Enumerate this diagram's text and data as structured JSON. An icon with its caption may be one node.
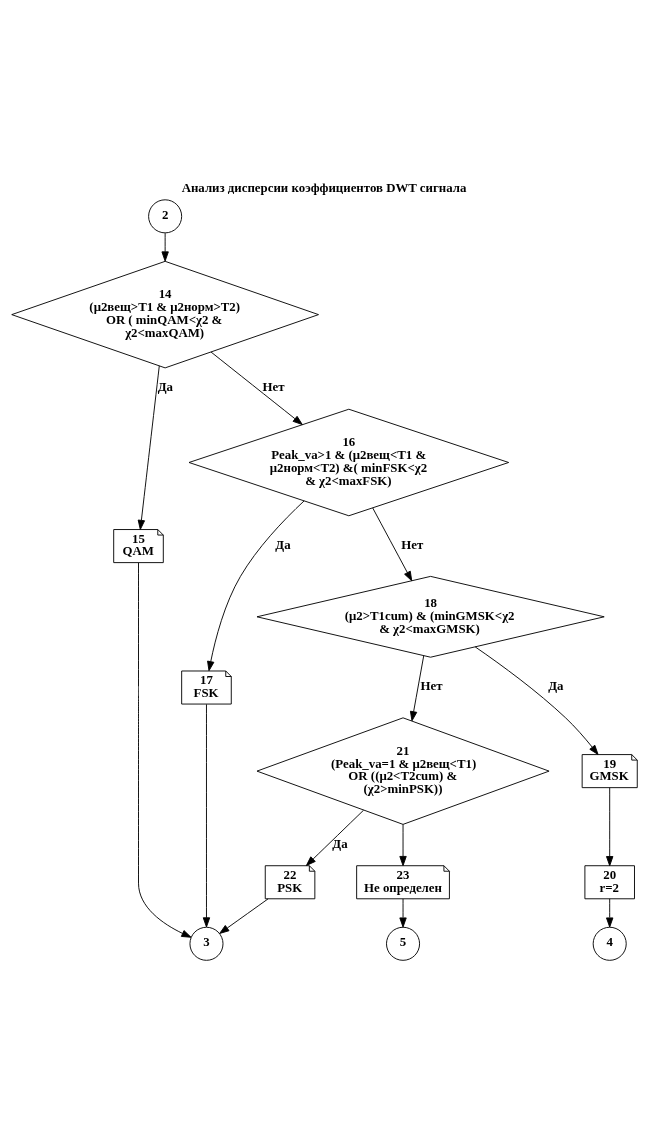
{
  "diagram": {
    "title": "Анализ дисперсии коэффициентов DWT сигнала",
    "nodes": [
      {
        "text": [
          "2"
        ]
      },
      {
        "text": [
          "14",
          "(μ2вещ>T1 & μ2норм>T2) OR ( minQAM<χ2 & χ2<maxQAM)"
        ]
      },
      {
        "text": [
          "15",
          "QAM"
        ]
      },
      {
        "text": [
          "3"
        ]
      },
      {
        "text": [
          "16",
          "Peak_va>1 & (μ2вещ<T1 & μ2норм<T2) &( minFSK<χ2 & χ2<maxFSK)"
        ]
      },
      {
        "text": [
          "17",
          "FSK"
        ]
      },
      {
        "text": [
          "18",
          "(μ2>T1cum) & (minGMSK<χ2 & χ2<maxGMSK)"
        ]
      },
      {
        "text": [
          "19",
          "GMSK"
        ]
      },
      {
        "text": [
          "20",
          "r=2"
        ]
      },
      {
        "text": [
          "4"
        ]
      },
      {
        "text": [
          "21",
          "(Peak_va=1 & μ2вещ<T1) OR ((μ2<T2cum) & (χ2>minPSK))"
        ]
      },
      {
        "text": [
          "22",
          "PSK"
        ]
      },
      {
        "text": [
          "23",
          "Не определен"
        ]
      },
      {
        "text": [
          "5"
        ]
      }
    ],
    "edges": [
      {
        "from": 0,
        "to": 1,
        "arrow": "to"
      },
      {
        "from": 1,
        "to": 2,
        "arrow": "to",
        "label": "Да"
      },
      {
        "from": 1,
        "to": 4,
        "arrow": "to",
        "label": "Нет"
      },
      {
        "from": 2,
        "to": 3,
        "arrow": "to"
      },
      {
        "from": 4,
        "to": 5,
        "arrow": "to",
        "label": "Да"
      },
      {
        "from": 4,
        "to": 6,
        "arrow": "to",
        "label": "Нет"
      },
      {
        "from": 5,
        "to": 3,
        "arrow": "to"
      },
      {
        "from": 6,
        "to": 7,
        "arrow": "to",
        "label": "Да"
      },
      {
        "from": 6,
        "to": 10,
        "arrow": "to",
        "label": "Нет"
      },
      {
        "from": 7,
        "to": 8,
        "arrow": "to"
      },
      {
        "from": 8,
        "to": 9,
        "arrow": "to"
      },
      {
        "from": 10,
        "to": 11,
        "arrow": "to",
        "label": "Да"
      },
      {
        "from": 10,
        "to": 12,
        "arrow": "to"
      },
      {
        "from": 12,
        "to": 13,
        "arrow": "to"
      },
      {
        "from": 11,
        "to": 3,
        "arrow": "to"
      }
    ]
  }
}
